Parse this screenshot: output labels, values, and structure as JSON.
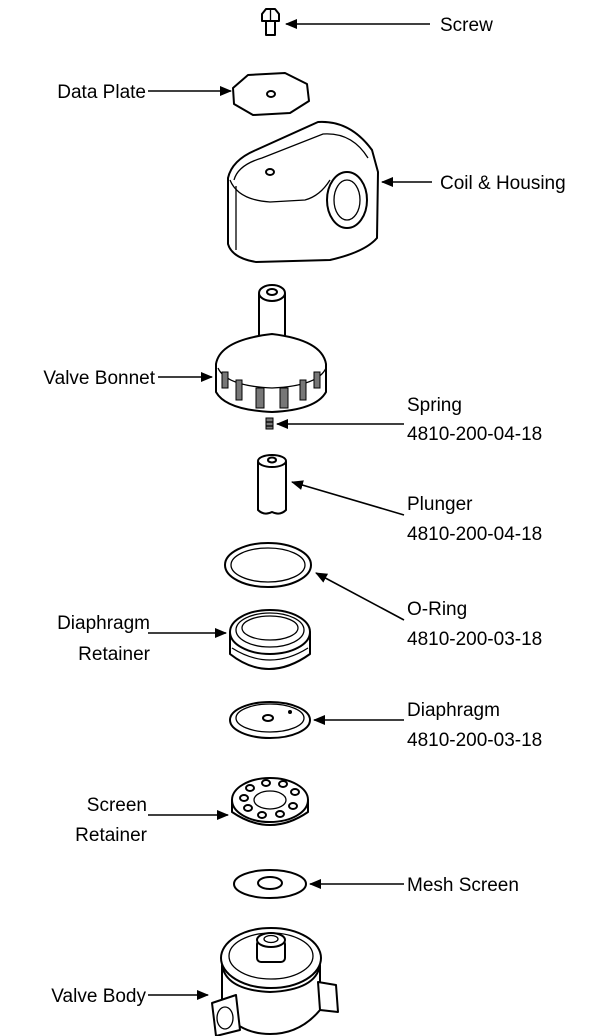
{
  "labels": {
    "screw": "Screw",
    "data_plate": "Data Plate",
    "coil_housing": "Coil & Housing",
    "valve_bonnet": "Valve Bonnet",
    "spring_name": "Spring",
    "spring_part": "4810-200-04-18",
    "plunger_name": "Plunger",
    "plunger_part": "4810-200-04-18",
    "oring_name": "O-Ring",
    "oring_part": "4810-200-03-18",
    "diaphragm_retainer_line1": "Diaphragm",
    "diaphragm_retainer_line2": "Retainer",
    "diaphragm_name": "Diaphragm",
    "diaphragm_part": "4810-200-03-18",
    "screen_retainer_line1": "Screen",
    "screen_retainer_line2": "Retainer",
    "mesh_screen": "Mesh Screen",
    "valve_body": "Valve Body"
  },
  "colors": {
    "line": "#000000",
    "background": "#ffffff",
    "shade": "#777777"
  }
}
